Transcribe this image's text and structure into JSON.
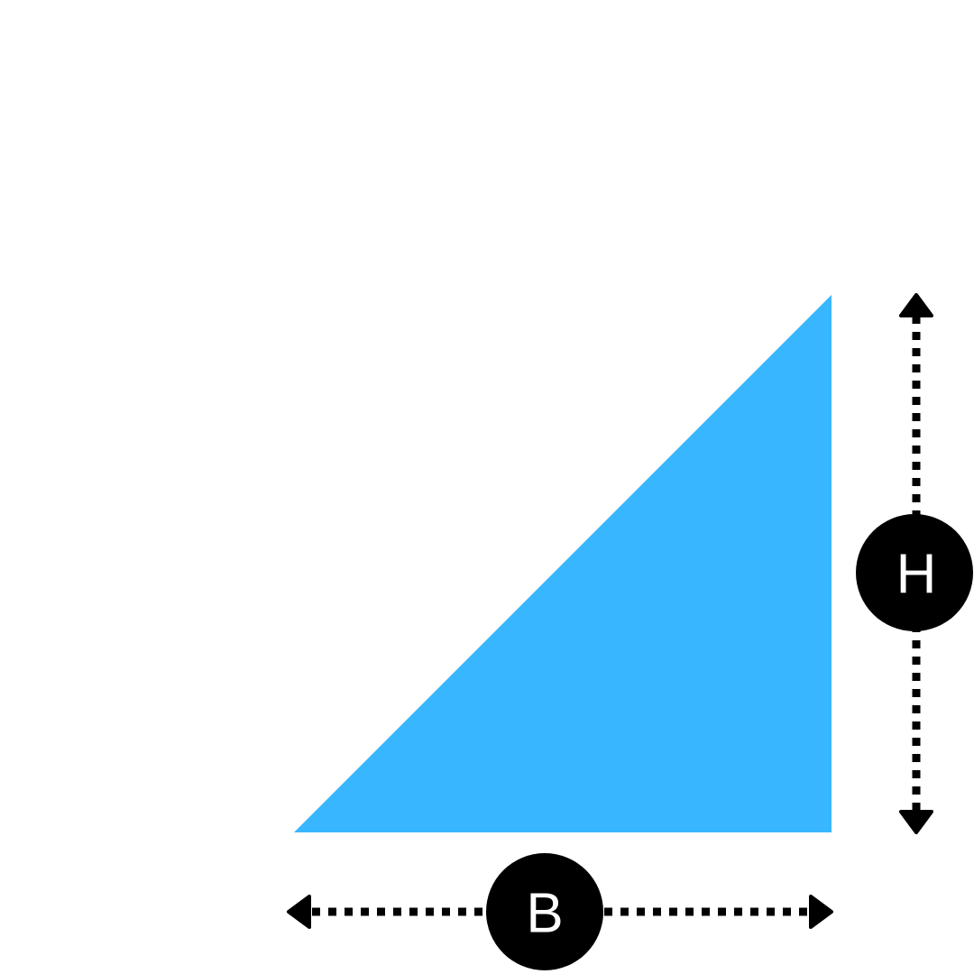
{
  "diagram": {
    "shape": "right-triangle",
    "fill_color": "#38b6ff",
    "dimension_color": "#000000",
    "label_text_color": "#ffffff",
    "base_label": "B",
    "height_label": "H"
  }
}
